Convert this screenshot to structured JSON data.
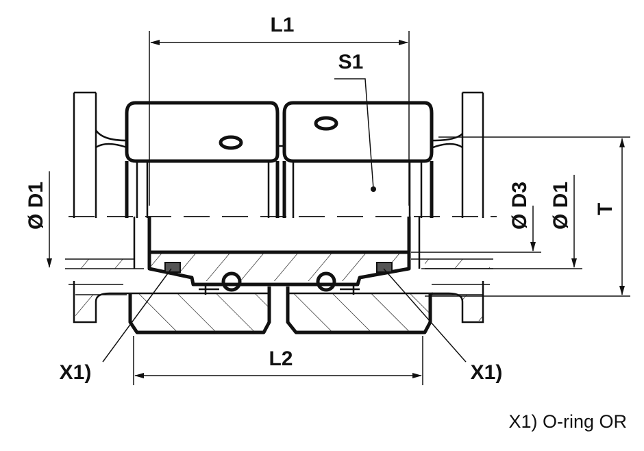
{
  "drawing": {
    "labels": {
      "l1": "L1",
      "s1": "S1",
      "d1_left": "Ø D1",
      "d3": "Ø D3",
      "d1_right": "Ø D1",
      "t": "T",
      "l2": "L2",
      "x1_left": "X1)",
      "x1_right": "X1)"
    },
    "footnote": "X1) O-ring OR"
  }
}
